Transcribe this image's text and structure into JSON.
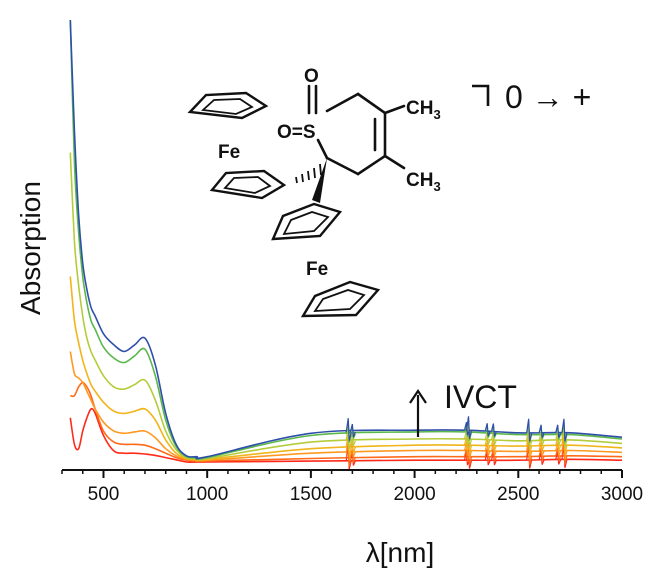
{
  "chart_data": {
    "type": "line",
    "title": "",
    "xlabel": "λ[nm]",
    "ylabel": "Absorption",
    "xlim": [
      300,
      3000
    ],
    "ylim": [
      0,
      1
    ],
    "xticks": [
      500,
      1000,
      1500,
      2000,
      2500,
      3000
    ],
    "grid": false,
    "legend": "none",
    "series": [
      {
        "color": "#ff2a1a",
        "x": [
          340,
          360,
          380,
          400,
          420,
          440,
          460,
          500,
          550,
          600,
          650,
          700,
          750,
          800,
          850,
          900,
          950,
          1000,
          1500,
          2000,
          2250,
          2500,
          2750,
          3000
        ],
        "y": [
          0.1,
          0.04,
          0.03,
          0.07,
          0.1,
          0.12,
          0.11,
          0.06,
          0.025,
          0.02,
          0.02,
          0.018,
          0.015,
          0.01,
          0.005,
          0.0,
          0.0,
          0.0,
          0.002,
          0.004,
          0.004,
          0.004,
          0.006,
          0.004
        ]
      },
      {
        "color": "#ff6a1a",
        "x": [
          340,
          360,
          380,
          400,
          420,
          440,
          460,
          500,
          550,
          600,
          650,
          700,
          750,
          800,
          850,
          900,
          950,
          1000,
          1500,
          2000,
          2250,
          2500,
          2750,
          3000
        ],
        "y": [
          0.15,
          0.15,
          0.17,
          0.18,
          0.17,
          0.15,
          0.12,
          0.07,
          0.045,
          0.04,
          0.04,
          0.038,
          0.03,
          0.02,
          0.01,
          0.004,
          0.002,
          0.002,
          0.008,
          0.012,
          0.012,
          0.012,
          0.014,
          0.012
        ]
      },
      {
        "color": "#ff9922",
        "x": [
          340,
          360,
          380,
          400,
          420,
          440,
          460,
          500,
          550,
          600,
          650,
          700,
          750,
          800,
          850,
          900,
          950,
          1000,
          1500,
          2000,
          2250,
          2500,
          2750,
          3000
        ],
        "y": [
          0.25,
          0.2,
          0.19,
          0.18,
          0.16,
          0.14,
          0.12,
          0.09,
          0.07,
          0.065,
          0.068,
          0.07,
          0.055,
          0.03,
          0.014,
          0.006,
          0.004,
          0.004,
          0.02,
          0.026,
          0.026,
          0.024,
          0.026,
          0.022
        ]
      },
      {
        "color": "#f0b51a",
        "x": [
          340,
          360,
          380,
          400,
          420,
          440,
          460,
          500,
          550,
          600,
          650,
          700,
          750,
          800,
          850,
          900,
          950,
          1000,
          1500,
          2000,
          2250,
          2500,
          2750,
          3000
        ],
        "y": [
          0.42,
          0.32,
          0.27,
          0.23,
          0.2,
          0.175,
          0.16,
          0.135,
          0.115,
          0.11,
          0.115,
          0.12,
          0.095,
          0.05,
          0.02,
          0.008,
          0.006,
          0.006,
          0.03,
          0.038,
          0.038,
          0.036,
          0.038,
          0.032
        ]
      },
      {
        "color": "#b5cc3a",
        "x": [
          340,
          360,
          380,
          400,
          420,
          440,
          460,
          500,
          550,
          600,
          650,
          700,
          750,
          800,
          850,
          900,
          950,
          1000,
          1500,
          2000,
          2250,
          2500,
          2750,
          3000
        ],
        "y": [
          0.7,
          0.5,
          0.4,
          0.33,
          0.28,
          0.25,
          0.23,
          0.195,
          0.17,
          0.165,
          0.175,
          0.185,
          0.14,
          0.07,
          0.028,
          0.01,
          0.008,
          0.008,
          0.045,
          0.052,
          0.052,
          0.048,
          0.05,
          0.042
        ]
      },
      {
        "color": "#5ab84a",
        "x": [
          340,
          360,
          380,
          400,
          420,
          440,
          460,
          500,
          550,
          600,
          650,
          700,
          750,
          800,
          850,
          900,
          950,
          1000,
          1500,
          2000,
          2250,
          2500,
          2750,
          3000
        ],
        "y": [
          1.0,
          0.68,
          0.52,
          0.42,
          0.36,
          0.32,
          0.3,
          0.26,
          0.235,
          0.225,
          0.24,
          0.255,
          0.195,
          0.095,
          0.035,
          0.012,
          0.01,
          0.01,
          0.06,
          0.068,
          0.068,
          0.062,
          0.062,
          0.052
        ]
      },
      {
        "color": "#2f4faa",
        "x": [
          340,
          360,
          380,
          400,
          420,
          440,
          460,
          500,
          550,
          600,
          650,
          700,
          750,
          800,
          850,
          900,
          950,
          1000,
          1500,
          2000,
          2250,
          2500,
          2750,
          3000
        ],
        "y": [
          1.0,
          0.75,
          0.56,
          0.45,
          0.39,
          0.35,
          0.33,
          0.29,
          0.265,
          0.25,
          0.265,
          0.28,
          0.22,
          0.11,
          0.04,
          0.014,
          0.012,
          0.012,
          0.065,
          0.072,
          0.072,
          0.066,
          0.066,
          0.056
        ]
      }
    ],
    "annotations": [
      {
        "text": "↑",
        "at_x": 2050
      },
      {
        "text": "IVCT"
      },
      {
        "text": "0 → +"
      }
    ],
    "structure_labels": {
      "fe_top": "Fe",
      "fe_bottom": "Fe",
      "sulfonyl_o_top": "O",
      "sulfonyl_os": "O=S",
      "methyl_top": "CH",
      "methyl_bottom": "CH",
      "methyl_subscript": "3"
    }
  }
}
